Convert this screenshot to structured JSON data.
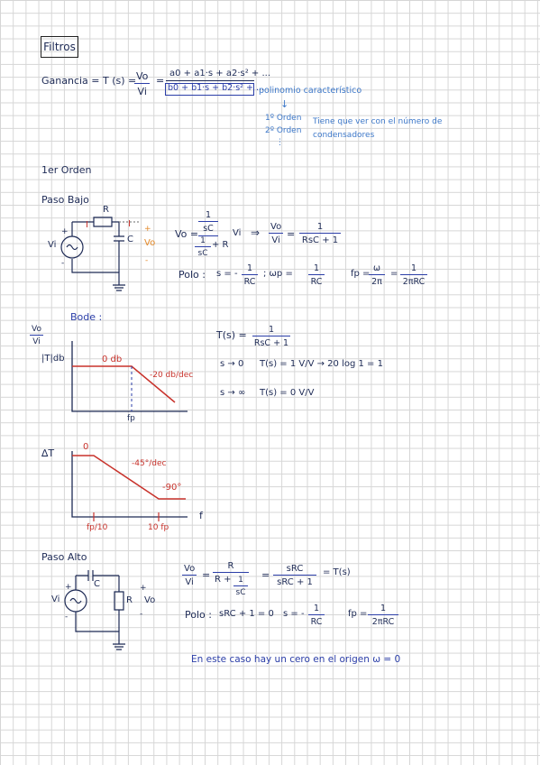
{
  "title": "Filtros",
  "header": {
    "ganancia": "Ganancia = T (s) =",
    "vo": "Vo",
    "vi": "Vi",
    "eq": "=",
    "numerator": "a0 + a1·s + a2·s² + ...",
    "denominator": "b0 + b1·s + b2·s² + ...",
    "polinomio": "polinomio característico",
    "arrow": "↓",
    "orden1": "1º Orden",
    "orden2": "2º Orden",
    "dots": "⋮",
    "note_line1": "Tiene que ver con el número de",
    "note_line2": "condensadores"
  },
  "section_title": "1er Orden",
  "paso_bajo": {
    "heading": "Paso Bajo",
    "r_label": "R",
    "i_left": "I",
    "i_right": "I",
    "c_label": "C",
    "vi_label": "Vi",
    "plus_left": "+",
    "minus_left": "-",
    "plus_out": "+",
    "vo_out": "Vo",
    "minus_out": "-",
    "eq_vo": "Vo =",
    "f1_num": "1",
    "f1_num2": "sC",
    "f1_den1": "1",
    "f1_den2": "sC",
    "f1_den3": "+ R",
    "eq_vi": "Vi",
    "implies": "⇒",
    "vo_vi_num": "Vo",
    "vo_vi_den": "Vi",
    "eq2": "=",
    "res_num": "1",
    "res_den": "RsC + 1",
    "polo": "Polo :",
    "s_eq": "s = -",
    "s_num": "1",
    "s_den": "RC",
    "wp": "; ωp =",
    "wp_num": "1",
    "wp_den": "RC",
    "fp": "fp =",
    "fp_num1": "ω",
    "fp_den1": "2π",
    "fp_eq": "=",
    "fp_num2": "1",
    "fp_den2": "2πRC"
  },
  "bode": {
    "heading": "Bode :",
    "ylabel_vo": "Vo",
    "ylabel_vi": "Vi",
    "mag_axis": "|T|db",
    "odb": "0 db",
    "slope": "-20 db/dec",
    "fp": "fp",
    "phase_axis": "∆T",
    "zero": "0",
    "slope2": "-45°/dec",
    "minus90": "-90°",
    "f": "f",
    "fp10": "fp/10",
    "tenfp": "10 fp",
    "t_s": "T(s) =",
    "t_num": "1",
    "t_den": "RsC + 1",
    "s0": "s → 0",
    "s0_res": "T(s) = 1 V/V  →  20 log 1 = 1",
    "sinf": "s → ∞",
    "sinf_res": "T(s) = 0 V/V"
  },
  "paso_alto": {
    "heading": "Paso Alto",
    "c_label": "C",
    "r_label": "R",
    "vo_label": "Vo",
    "vi_label": "Vi",
    "plus_left": "+",
    "minus_left": "-",
    "plus_out": "+",
    "minus_out": "-",
    "vo": "Vo",
    "vi": "Vi",
    "eq1": "=",
    "r_num": "R",
    "r_den": "R +",
    "r_den_num": "1",
    "r_den_den": "sC",
    "eq2": "=",
    "src_num": "sRC",
    "src_den": "sRC + 1",
    "eq3": "= T(s)",
    "polo": "Polo :",
    "polo_eq": "sRC + 1 = 0",
    "s_eq": "s = -",
    "s_num": "1",
    "s_den": "RC",
    "fp": "fp =",
    "fp_num": "1",
    "fp_den": "2πRC",
    "note": "En este caso hay un cero en el origen  ω = 0"
  }
}
